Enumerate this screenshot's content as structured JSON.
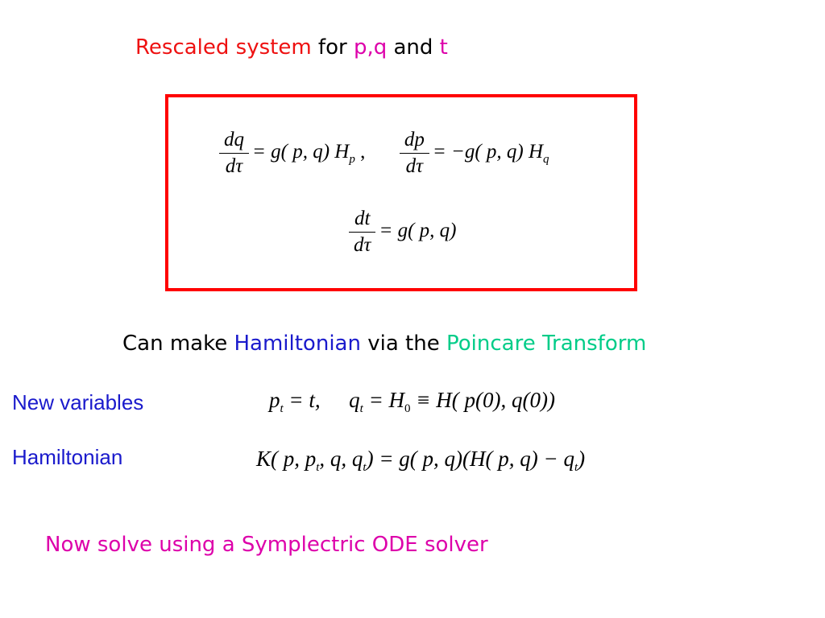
{
  "colors": {
    "red": "#ee1111",
    "magenta": "#dd00aa",
    "blue": "#1a1acc",
    "cyan": "#00cc88",
    "box_border": "#ff0000"
  },
  "title": {
    "part1": "Rescaled system",
    "part2": " for ",
    "part3": "p,q",
    "part4": " and ",
    "part5": "t"
  },
  "box": {
    "eq1": {
      "lhs_num": "dq",
      "lhs_den": "dτ",
      "rhs": "= g( p, q) H",
      "rhs_sub": "p",
      "sep": " ,",
      "lhs2_num": "dp",
      "lhs2_den": "dτ",
      "rhs2": "= −g( p, q) H",
      "rhs2_sub": "q"
    },
    "eq2": {
      "num": "dt",
      "den": "dτ",
      "rhs": "= g( p, q)"
    }
  },
  "line2": {
    "part1": "Can make ",
    "part2": "Hamiltonian",
    "part3": " via the ",
    "part4": "Poincare Transform"
  },
  "new_variables": {
    "label": "New variables",
    "p": "p",
    "p_sub": "t",
    "eq_t": " = t,",
    "q": "q",
    "q_sub": "t",
    "rhs": " = H",
    "h_sub": "0",
    "rest": " ≡ H( p(0), q(0))"
  },
  "hamiltonian": {
    "label": "Hamiltonian",
    "a": "K( p, p",
    "a_sub": "t",
    "b": ", q, q",
    "b_sub": "t",
    "c": ") = g( p, q)(H( p, q) − q",
    "c_sub": "t",
    "d": ")"
  },
  "footer": "Now solve using a Symplectric ODE solver"
}
